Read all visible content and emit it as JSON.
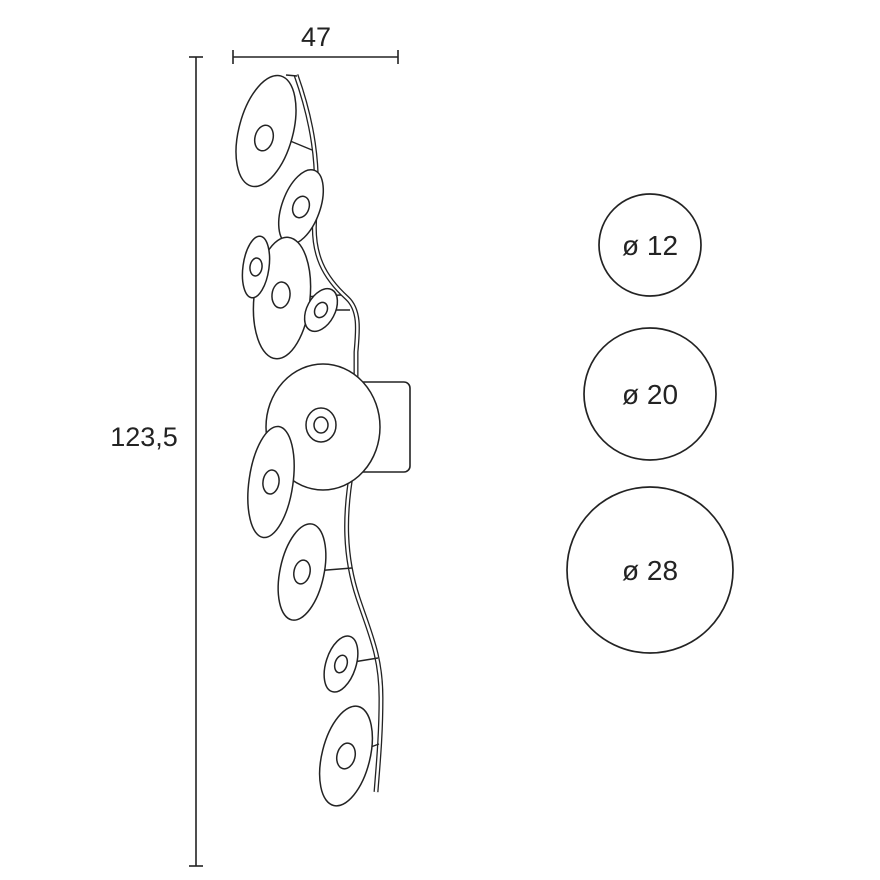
{
  "dimensions": {
    "width": {
      "value": "47"
    },
    "height": {
      "value": "123,5"
    }
  },
  "shade_sizes": [
    {
      "label": "ø 12"
    },
    {
      "label": "ø 20"
    },
    {
      "label": "ø 28"
    }
  ],
  "colors": {
    "line": "#232323",
    "background": "#ffffff"
  }
}
